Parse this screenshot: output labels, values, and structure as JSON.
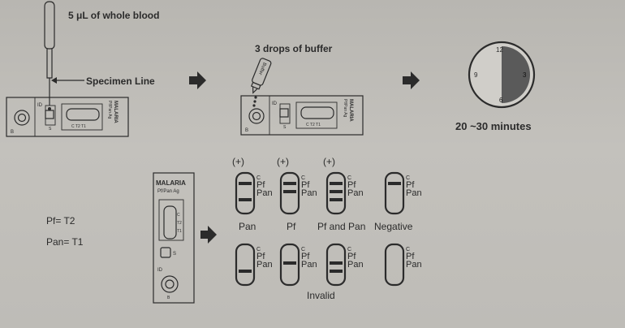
{
  "step1": {
    "volume_label": "5 μL of whole blood",
    "specimen_line_label": "Specimen Line",
    "cassette_title": "MALARIA",
    "cassette_subtitle": "Pf/Pan Ag",
    "id_label": "ID",
    "s_label": "S",
    "b_label": "B"
  },
  "step2": {
    "buffer_drops_label": "3 drops of buffer",
    "bottle_label": "Buffer",
    "cassette_title": "MALARIA",
    "cassette_subtitle": "Pf/Pan Ag",
    "id_label": "ID",
    "s_label": "S",
    "b_label": "B"
  },
  "step3": {
    "clock_12": "12",
    "clock_3": "3",
    "clock_6": "6",
    "clock_9": "9",
    "time_label": "20 ~30 minutes"
  },
  "legend": {
    "pf": "Pf= T2",
    "pan": "Pan= T1"
  },
  "big_cassette": {
    "title": "MALARIA",
    "subtitle": "Pf/Pan Ag",
    "c_mark": "C",
    "t2_mark": "T2",
    "t1_mark": "T1",
    "s_label": "S",
    "id_label": "ID",
    "b_label": "B"
  },
  "results": {
    "positive_mark": "(+)",
    "line_c": "C",
    "line_pf": "Pf",
    "line_pan": "Pan",
    "valid": [
      {
        "label": "Pan",
        "positive": true,
        "lines": [
          true,
          false,
          true
        ]
      },
      {
        "label": "Pf",
        "positive": true,
        "lines": [
          true,
          true,
          false
        ]
      },
      {
        "label": "Pf and Pan",
        "positive": true,
        "lines": [
          true,
          true,
          true
        ]
      },
      {
        "label": "Negative",
        "positive": false,
        "lines": [
          true,
          false,
          false
        ]
      }
    ],
    "invalid_label": "Invalid",
    "invalid": [
      {
        "lines": [
          false,
          false,
          true
        ]
      },
      {
        "lines": [
          false,
          true,
          false
        ]
      },
      {
        "lines": [
          false,
          true,
          true
        ]
      },
      {
        "lines": [
          false,
          false,
          false
        ]
      }
    ]
  },
  "colors": {
    "ink": "#2b2b2b",
    "paper": "#c0beb9",
    "clock_fill": "#5a5a5a"
  }
}
